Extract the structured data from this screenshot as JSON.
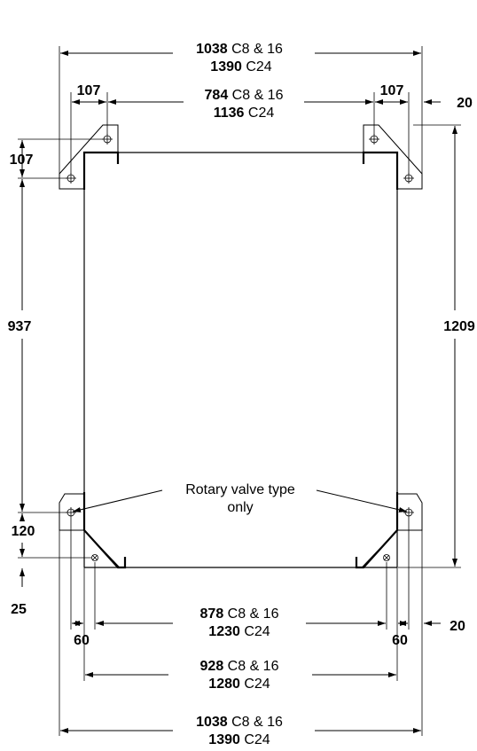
{
  "dims": {
    "top_overall": {
      "value": "1038",
      "line1_suffix": " C8 & 16",
      "value2": "1390",
      "line2_suffix": " C24"
    },
    "top_inner": {
      "value": "784",
      "line1_suffix": " C8 & 16",
      "value2": "1136",
      "line2_suffix": " C24"
    },
    "bracket_width_left": "107",
    "bracket_width_right": "107",
    "bracket_height_left": "107",
    "offset_top_right": "20",
    "left_height": "937",
    "right_height": "1209",
    "bottom_inset_left": "120",
    "bottom_offset_left": "25",
    "bottom_offset_right": "20",
    "lower_inner": {
      "value": "878",
      "line1_suffix": " C8 & 16",
      "value2": "1230",
      "line2_suffix": " C24"
    },
    "side_left": "60",
    "side_right": "60",
    "lower_mid": {
      "value": "928",
      "line1_suffix": " C8 & 16",
      "value2": "1280",
      "line2_suffix": " C24"
    },
    "bottom_overall": {
      "value": "1038",
      "line1_suffix": " C8 & 16",
      "value2": "1390",
      "line2_suffix": " C24"
    }
  },
  "note": {
    "line1": "Rotary valve type",
    "line2": "only"
  }
}
